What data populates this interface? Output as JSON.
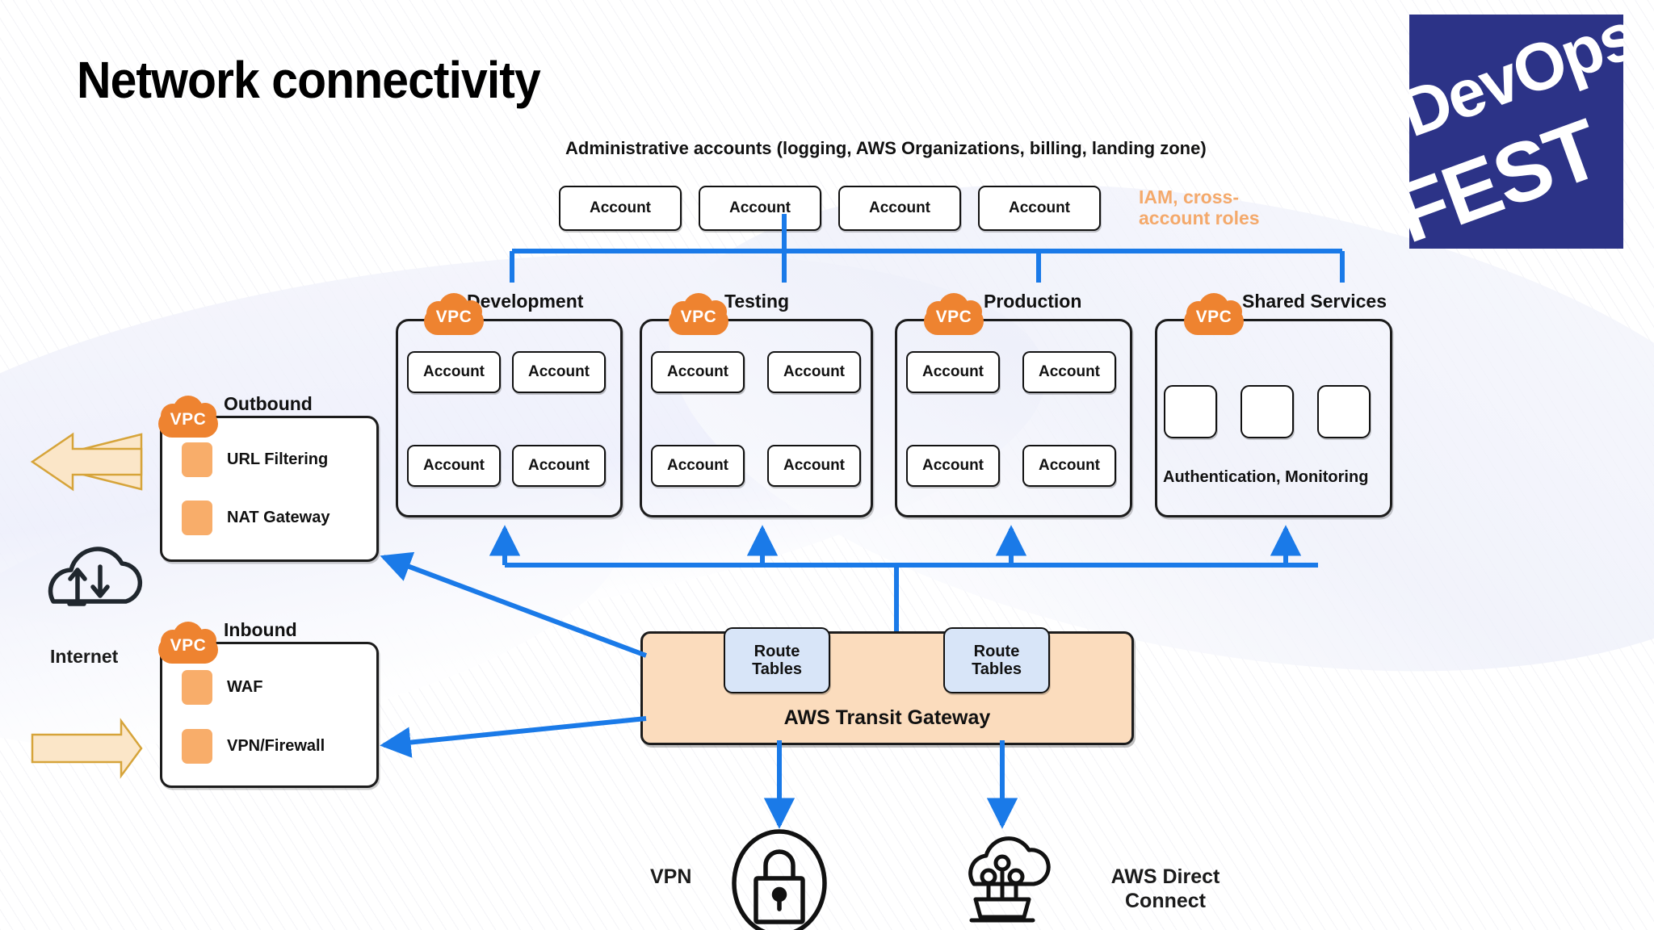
{
  "title": "Network connectivity",
  "logo": {
    "line1": "DevOps",
    "line2": "FEST",
    "bg_color": "#2c3387"
  },
  "colors": {
    "connector_blue": "#1a7ae8",
    "vpc_orange": "#ee8330",
    "iam_text": "#f4a96b",
    "tgw_fill": "#fbdcbd",
    "route_table_fill": "#d8e5f8",
    "service_chip": "#f8ad6a",
    "flow_arrow_fill": "#fbe6c8",
    "flow_arrow_stroke": "#d6a43a"
  },
  "admin": {
    "caption": "Administrative accounts (logging, AWS Organizations, billing, landing zone)",
    "accounts": [
      "Account",
      "Account",
      "Account",
      "Account"
    ],
    "note": "IAM, cross-account roles"
  },
  "environments": [
    {
      "name": "Development",
      "badge": "VPC",
      "accounts": [
        "Account",
        "Account",
        "Account",
        "Account"
      ]
    },
    {
      "name": "Testing",
      "badge": "VPC",
      "accounts": [
        "Account",
        "Account",
        "Account",
        "Account"
      ]
    },
    {
      "name": "Production",
      "badge": "VPC",
      "accounts": [
        "Account",
        "Account",
        "Account",
        "Account"
      ]
    },
    {
      "name": "Shared Services",
      "badge": "VPC",
      "accounts": [],
      "tiles": 3,
      "note": "Authentication, Monitoring"
    }
  ],
  "edge_vpcs": [
    {
      "name": "Outbound",
      "badge": "VPC",
      "services": [
        "URL Filtering",
        "NAT Gateway"
      ]
    },
    {
      "name": "Inbound",
      "badge": "VPC",
      "services": [
        "WAF",
        "VPN/Firewall"
      ]
    }
  ],
  "internet": {
    "label": "Internet",
    "icon": "internet-cloud-icon"
  },
  "transit_gateway": {
    "title": "AWS Transit Gateway",
    "route_tables": [
      "Route\nTables",
      "Route\nTables"
    ],
    "route_table_left": "Route Tables",
    "route_table_right": "Route Tables"
  },
  "connections": [
    {
      "label": "VPN",
      "icon": "vpn-lock-icon"
    },
    {
      "label": "AWS Direct Connect",
      "icon": "direct-connect-icon"
    }
  ]
}
